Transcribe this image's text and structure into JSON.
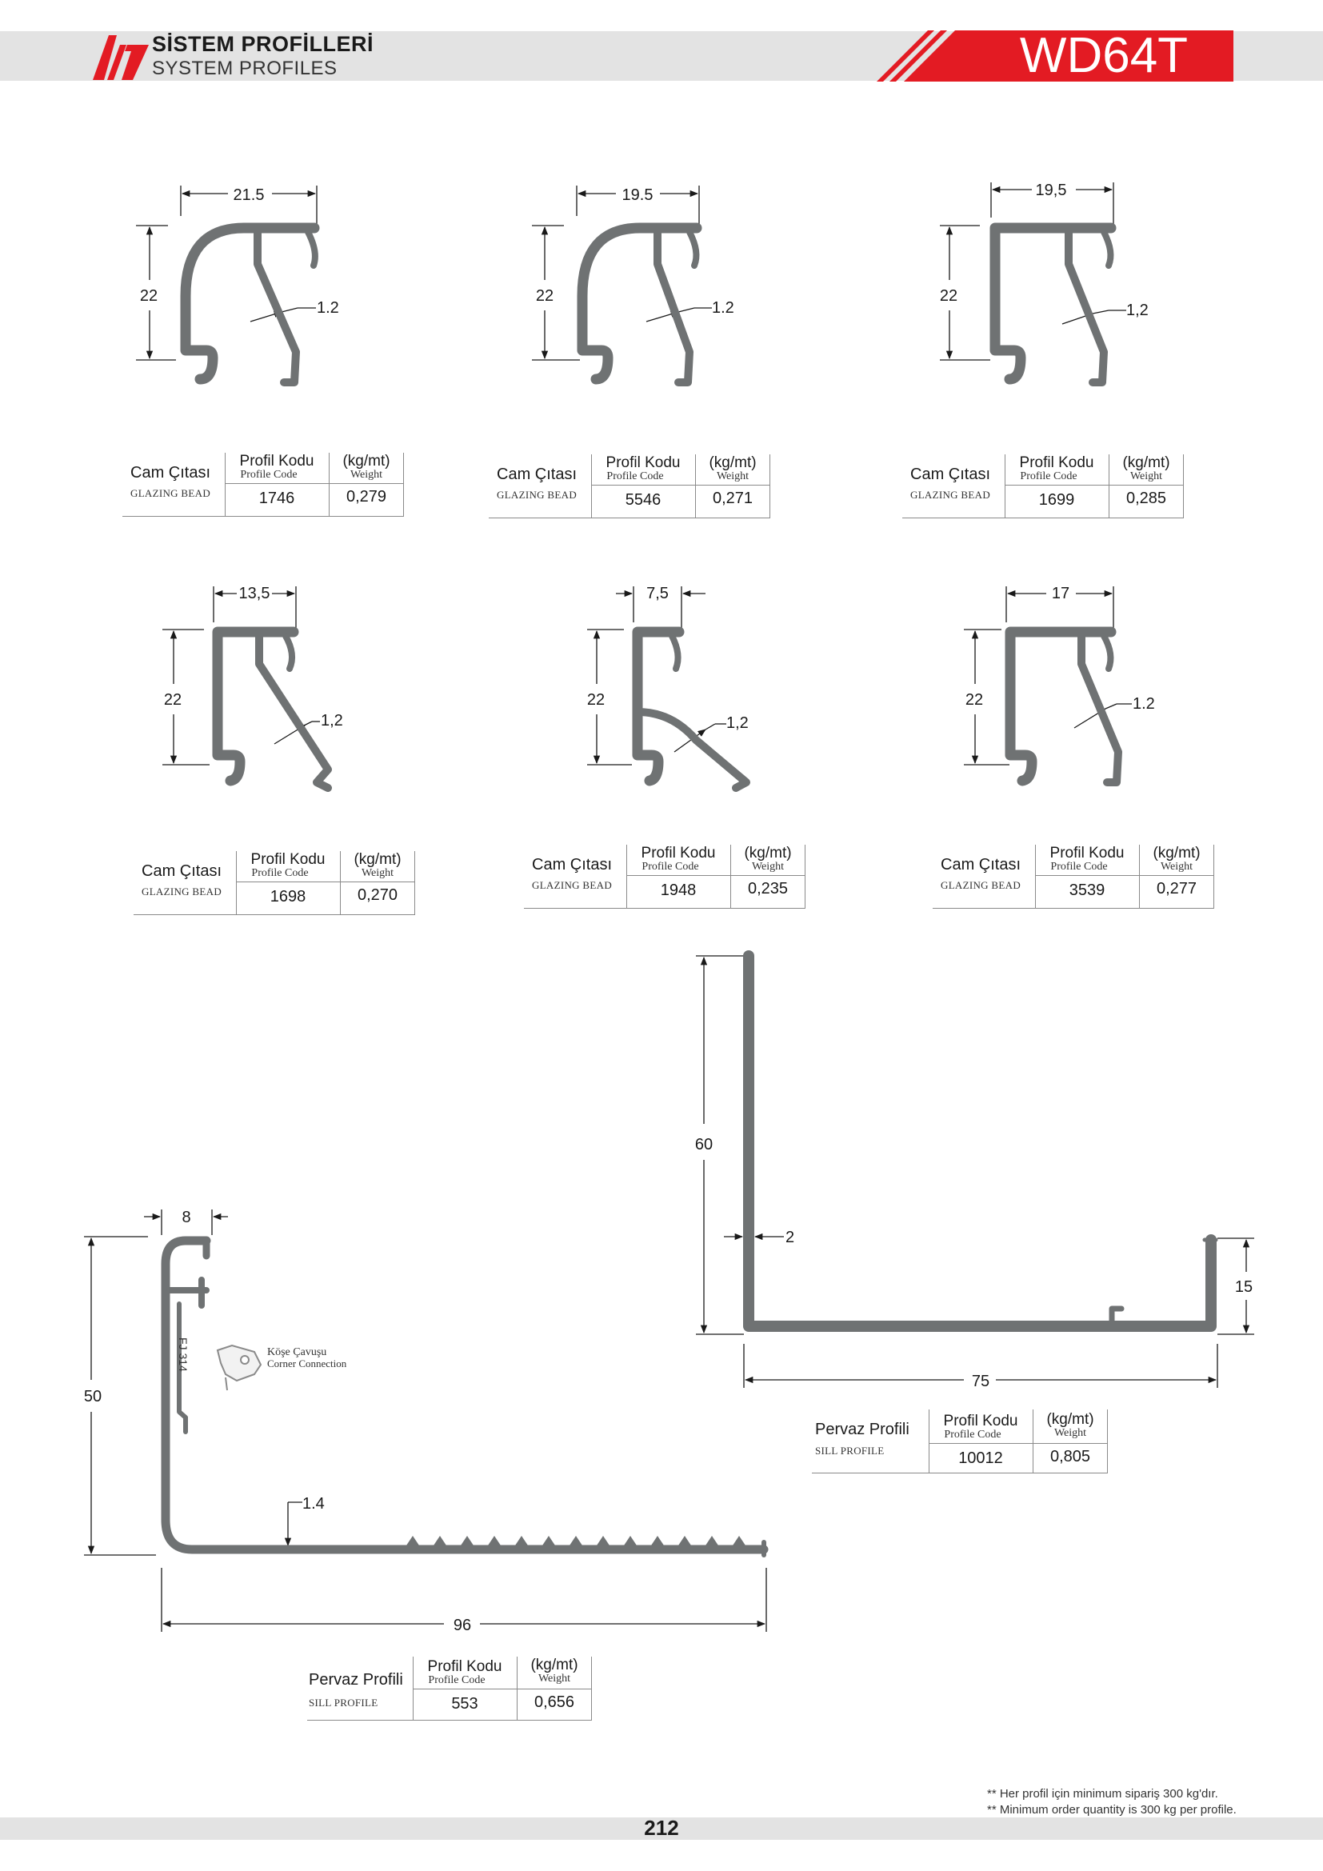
{
  "header": {
    "brand_tr": "SİSTEM PROFİLLERİ",
    "brand_en": "SYSTEM PROFILES",
    "code": "WD64T",
    "accent": "#e31b23",
    "band_color": "#e3e3e3"
  },
  "logo": {
    "icon": "brand-logo-icon"
  },
  "profiles": [
    {
      "name_tr": "Cam Çıtası",
      "name_en": "GLAZING BEAD",
      "code_label": "Profil Kodu",
      "code_sub": "Profile Code",
      "weight_label": "(kg/mt)",
      "weight_sub": "Weight",
      "code": "1746",
      "weight": "0,279",
      "dim_w": "21.5",
      "dim_h": "22",
      "dim_t": "1.2"
    },
    {
      "name_tr": "Cam Çıtası",
      "name_en": "GLAZING BEAD",
      "code_label": "Profil Kodu",
      "code_sub": "Profile Code",
      "weight_label": "(kg/mt)",
      "weight_sub": "Weight",
      "code": "5546",
      "weight": "0,271",
      "dim_w": "19.5",
      "dim_h": "22",
      "dim_t": "1.2"
    },
    {
      "name_tr": "Cam Çıtası",
      "name_en": "GLAZING BEAD",
      "code_label": "Profil Kodu",
      "code_sub": "Profile Code",
      "weight_label": "(kg/mt)",
      "weight_sub": "Weight",
      "code": "1699",
      "weight": "0,285",
      "dim_w": "19,5",
      "dim_h": "22",
      "dim_t": "1,2"
    },
    {
      "name_tr": "Cam Çıtası",
      "name_en": "GLAZING BEAD",
      "code_label": "Profil Kodu",
      "code_sub": "Profile Code",
      "weight_label": "(kg/mt)",
      "weight_sub": "Weight",
      "code": "1698",
      "weight": "0,270",
      "dim_w": "13,5",
      "dim_h": "22",
      "dim_t": "1,2"
    },
    {
      "name_tr": "Cam Çıtası",
      "name_en": "GLAZING BEAD",
      "code_label": "Profil Kodu",
      "code_sub": "Profile Code",
      "weight_label": "(kg/mt)",
      "weight_sub": "Weight",
      "code": "1948",
      "weight": "0,235",
      "dim_w": "7,5",
      "dim_h": "22",
      "dim_t": "1,2"
    },
    {
      "name_tr": "Cam Çıtası",
      "name_en": "GLAZING BEAD",
      "code_label": "Profil Kodu",
      "code_sub": "Profile Code",
      "weight_label": "(kg/mt)",
      "weight_sub": "Weight",
      "code": "3539",
      "weight": "0,277",
      "dim_w": "17",
      "dim_h": "22",
      "dim_t": "1.2"
    },
    {
      "name_tr": "Pervaz Profili",
      "name_en": "SILL PROFILE",
      "code_label": "Profil Kodu",
      "code_sub": "Profile Code",
      "weight_label": "(kg/mt)",
      "weight_sub": "Weight",
      "code": "553",
      "weight": "0,656",
      "dim_w": "96",
      "dim_h": "50",
      "dim_t": "1.4",
      "dim_top": "8"
    },
    {
      "name_tr": "Pervaz Profili",
      "name_en": "SILL PROFILE",
      "code_label": "Profil Kodu",
      "code_sub": "Profile Code",
      "weight_label": "(kg/mt)",
      "weight_sub": "Weight",
      "code": "10012",
      "weight": "0,805",
      "dim_w": "75",
      "dim_h": "60",
      "dim_t": "2",
      "dim_lip": "15"
    }
  ],
  "corner": {
    "label_tr": "Köşe Çavuşu",
    "label_en": "Corner Connection",
    "part": "FJ 314"
  },
  "footer": {
    "note_tr": "** Her profil için minimum sipariş 300 kg'dır.",
    "note_en": "** Minimum order quantity is 300 kg per profile.",
    "page": "212"
  },
  "profile_color": "#6f7273"
}
